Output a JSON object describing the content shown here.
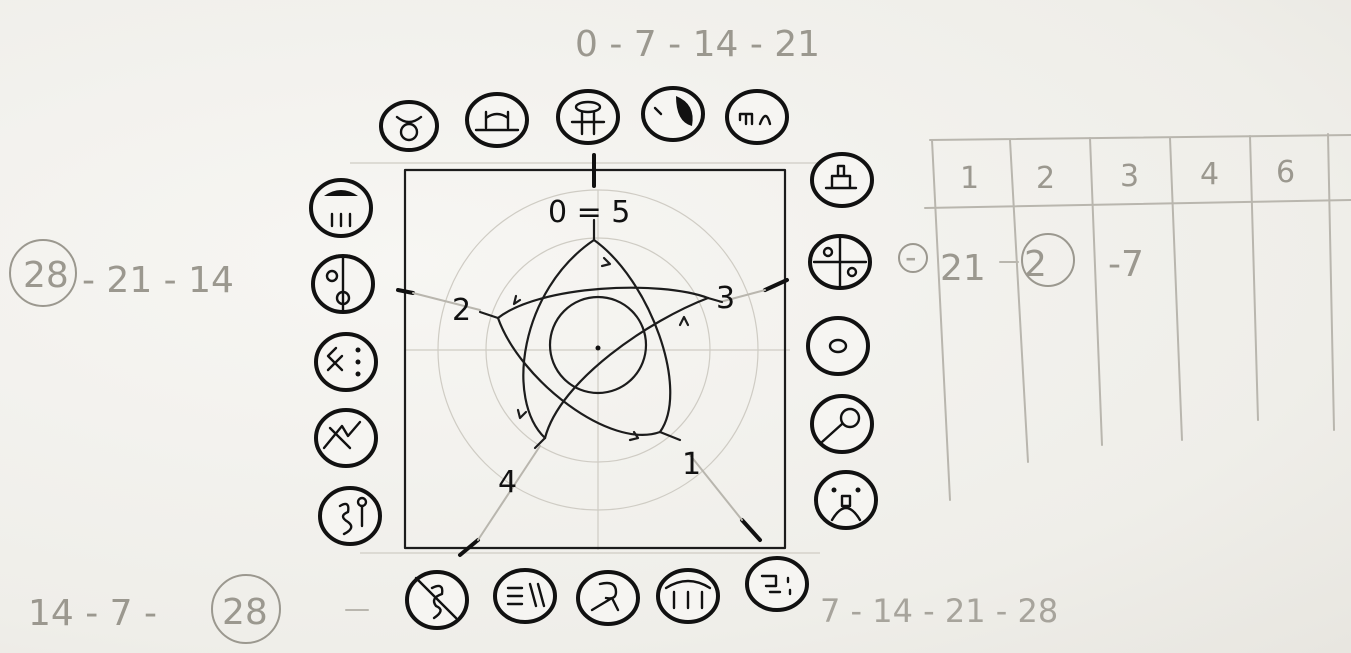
{
  "sequences": {
    "top": "0 - 7 - 14 - 21",
    "left_circled": "28",
    "left_rest": "- 21 - 14",
    "bottom_left_prefix": "14 - 7 -",
    "bottom_left_circled": "28",
    "bottom_right": "7 - 14 - 21 - 28"
  },
  "star_labels": {
    "top": "0 = 5",
    "right": "3",
    "left": "2",
    "bottom_left": "4",
    "bottom_right": "1"
  },
  "table": {
    "headers": [
      "1",
      "2",
      "3",
      "4",
      "6"
    ],
    "row_values": [
      "21",
      "2",
      "-7"
    ],
    "side_mark": "-"
  },
  "tokens": {
    "top": [
      "taurus-glyph",
      "bridge-glyph",
      "pillar-glyph",
      "eclipse-glyph",
      "script-glyph"
    ],
    "right": [
      "stamp-glyph",
      "quarters-glyph",
      "drum-glyph",
      "lens-glyph",
      "face-glyph"
    ],
    "bottom": [
      "serpent-glyph",
      "stripes-glyph",
      "spiral-glyph",
      "arch-glyph",
      "rune-glyph"
    ],
    "left": [
      "dome-glyph",
      "split-circle-glyph",
      "cross-dots-glyph",
      "crack-glyph",
      "hook-glyph"
    ]
  }
}
